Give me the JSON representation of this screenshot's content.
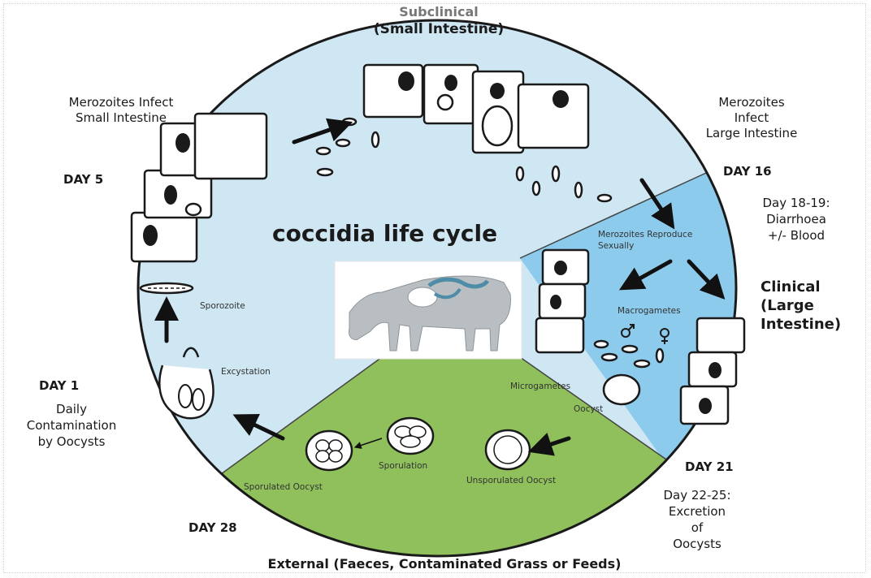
{
  "title": "coccidia life cycle",
  "top_label": {
    "line1": "Subclinical",
    "line2": "(Small Intestine)"
  },
  "bottom_label": "External (Faeces, Contaminated Grass or Feeds)",
  "colors": {
    "subclinical_fill": "#cfe6f3",
    "clinical_fill": "#8ccbec",
    "external_fill": "#8fc05c",
    "outline": "#1a1a1a",
    "arrow": "#111111"
  },
  "outer_labels": {
    "merozoites_small": {
      "line1": "Merozoites Infect",
      "line2": "Small Intestine"
    },
    "day5": "DAY 5",
    "day1": "DAY 1",
    "daily": {
      "line1": "Daily",
      "line2": "Contamination",
      "line3": "by Oocysts"
    },
    "day28": "DAY 28",
    "merozoites_large": {
      "line1": "Merozoites",
      "line2": "Infect",
      "line3": "Large Intestine"
    },
    "day16": "DAY 16",
    "day18": {
      "line1": "Day 18-19:",
      "line2": "Diarrhoea",
      "line3": "+/- Blood"
    },
    "clinical": {
      "line1": "Clinical",
      "line2": "(Large",
      "line3": "Intestine)"
    },
    "day21": "DAY 21",
    "day22": {
      "line1": "Day 22-25:",
      "line2": "Excretion",
      "line3": "of",
      "line4": "Oocysts"
    }
  },
  "stage_labels": {
    "sporozoite": "Sporozoite",
    "excystation": "Excystation",
    "merozoites_reproduce": {
      "line1": "Merozoites Reproduce",
      "line2": "Sexually"
    },
    "macrogametes": "Macrogametes",
    "microgametes": "Microgametes",
    "oocyst": "Oocyst",
    "sporulation": "Sporulation",
    "sporulated_oocyst": "Sporulated Oocyst",
    "unsporulated_oocyst": "Unsporulated Oocyst"
  }
}
